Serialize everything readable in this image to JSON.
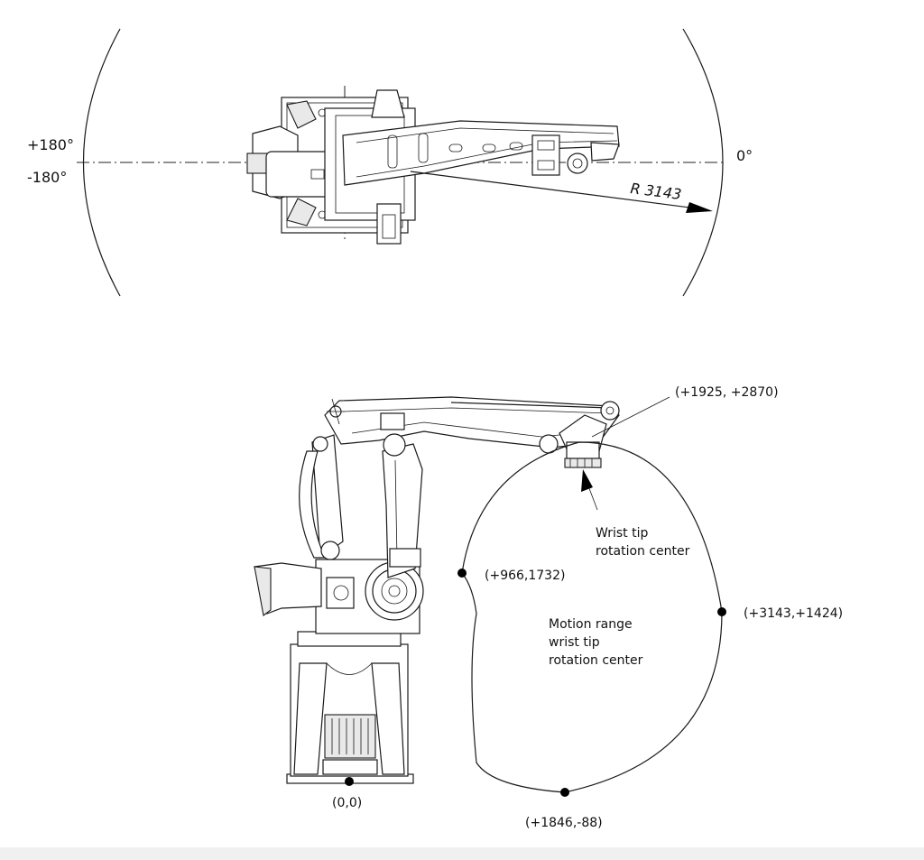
{
  "top_view": {
    "angle_pos": "+180°",
    "angle_neg": "-180°",
    "angle_zero": "0°",
    "radius": "R 3143"
  },
  "side_view": {
    "points": [
      {
        "id": "p-1925-2870",
        "label": "(+1925, +2870)"
      },
      {
        "id": "p-966-1732",
        "label": "(+966,1732)"
      },
      {
        "id": "p-3143-1424",
        "label": "(+3143,+1424)"
      },
      {
        "id": "p-1846-88",
        "label": "(+1846,-88)"
      },
      {
        "id": "p-0-0",
        "label": "(0,0)"
      }
    ],
    "wrist_label_line1": "Wrist tip",
    "wrist_label_line2": "rotation center",
    "motion_label_line1": "Motion range",
    "motion_label_line2": "wrist tip",
    "motion_label_line3": "rotation center"
  }
}
